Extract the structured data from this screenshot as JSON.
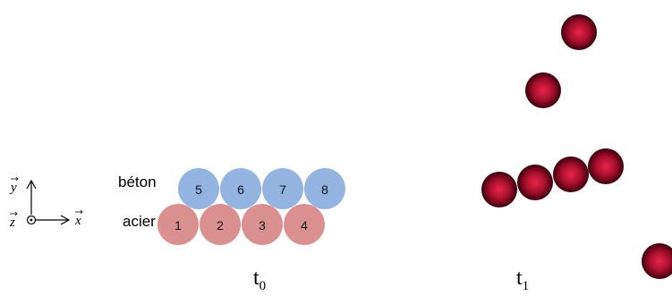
{
  "axes": {
    "y_label": "y",
    "x_label": "x",
    "z_label": "z"
  },
  "materials": {
    "top_row_label": "béton",
    "bottom_row_label": "acier"
  },
  "colors": {
    "beton": "#93b3e0",
    "acier": "#d9908f",
    "particle_inner": "#c81a3a",
    "particle_outer": "#4a0010",
    "text": "#000000"
  },
  "states": {
    "t0": {
      "letter": "t",
      "subscript": "0"
    },
    "t1": {
      "letter": "t",
      "subscript": "1"
    }
  },
  "spheres_t0": {
    "beton": [
      "5",
      "6",
      "7",
      "8"
    ],
    "acier": [
      "1",
      "2",
      "3",
      "4"
    ]
  }
}
